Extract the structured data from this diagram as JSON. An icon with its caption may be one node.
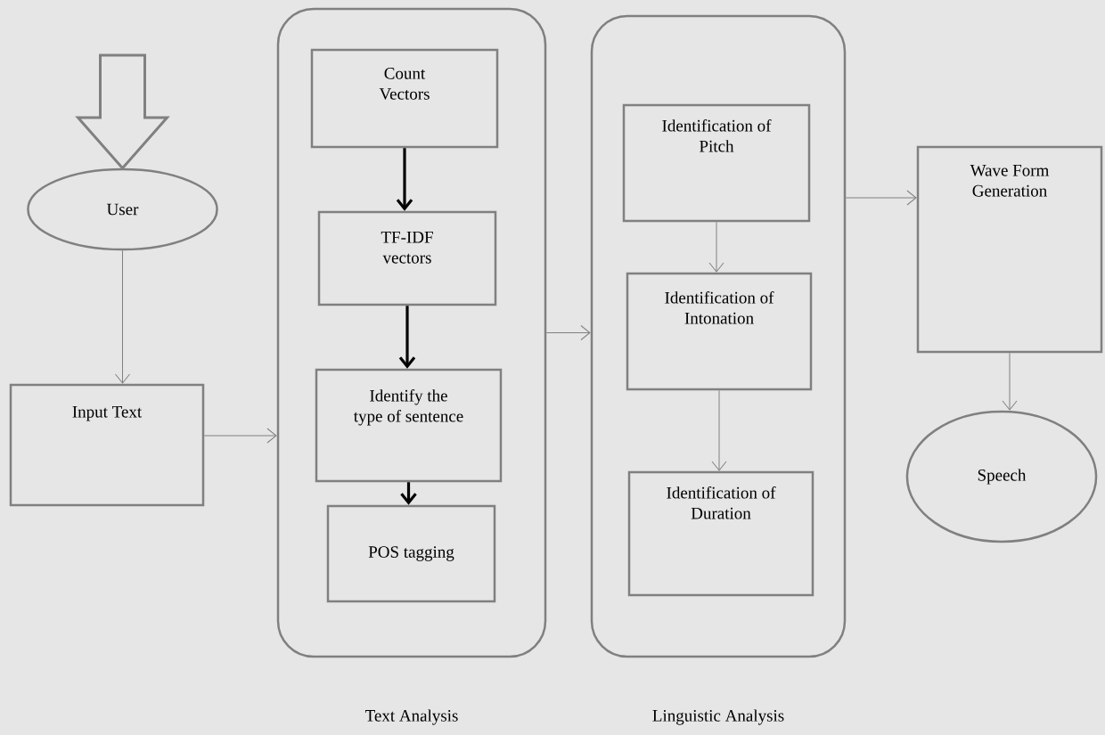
{
  "diagram": {
    "nodes": [
      {
        "text": [
          "User"
        ]
      },
      {
        "text": [
          "Input Text"
        ]
      },
      {
        "text": [
          "Text Analysis"
        ]
      },
      {
        "text": [
          "Count Vectors"
        ],
        "in": 2
      },
      {
        "text": [
          "TF-IDF vectors"
        ],
        "in": 2
      },
      {
        "text": [
          "Identify the type of sentence"
        ],
        "in": 2
      },
      {
        "text": [
          "POS tagging"
        ],
        "in": 2
      },
      {
        "text": [
          "Linguistic Analysis"
        ]
      },
      {
        "text": [
          "Identification of Pitch"
        ],
        "in": 7
      },
      {
        "text": [
          "Identification of Intonation"
        ],
        "in": 7
      },
      {
        "text": [
          "Identification of Duration"
        ],
        "in": 7
      },
      {
        "text": [
          "Wave Form Generation"
        ]
      },
      {
        "text": [
          "Speech"
        ]
      }
    ],
    "edges": [
      {
        "from": null,
        "to": 0,
        "arrow": "to"
      },
      {
        "from": 0,
        "to": 1,
        "arrow": "to"
      },
      {
        "from": 1,
        "to": 2,
        "arrow": "to"
      },
      {
        "from": 3,
        "to": 4,
        "arrow": "to",
        "style": "thick",
        "color": "#000000"
      },
      {
        "from": 4,
        "to": 5,
        "arrow": "to",
        "style": "thick",
        "color": "#000000"
      },
      {
        "from": 5,
        "to": 6,
        "arrow": "to",
        "style": "thick",
        "color": "#000000"
      },
      {
        "from": 2,
        "to": 7,
        "arrow": "to"
      },
      {
        "from": 8,
        "to": 9,
        "arrow": "to"
      },
      {
        "from": 9,
        "to": 10,
        "arrow": "to"
      },
      {
        "from": 7,
        "to": 11,
        "arrow": "to"
      },
      {
        "from": 11,
        "to": 12,
        "arrow": "to"
      }
    ]
  }
}
